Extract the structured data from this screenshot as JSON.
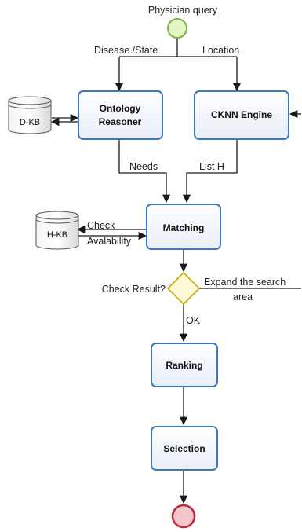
{
  "start_label": "Physician query",
  "edges": {
    "disease_state": "Disease /State",
    "location": "Location",
    "needs": "Needs",
    "list_h": "List H",
    "check_availability_1": "Check",
    "check_availability_2": "Avalability",
    "check_result": "Check Result?",
    "expand_1": "Expand the search",
    "expand_2": "area",
    "ok": "OK"
  },
  "nodes": {
    "ontology_1": "Ontology",
    "ontology_2": "Reasoner",
    "ckmm": "CKNN Engine",
    "matching": "Matching",
    "ranking": "Ranking",
    "selection": "Selection"
  },
  "stores": {
    "dkb": "D-KB",
    "hkb": "H-KB"
  },
  "colors": {
    "start_fill": "#e3f6c8",
    "start_stroke": "#7cb342",
    "end_fill": "#f4c6cc",
    "end_stroke": "#c0283b",
    "box_stroke": "#3d78b8",
    "gateway_fill": "#fffbd8",
    "gateway_stroke": "#c9a900"
  }
}
